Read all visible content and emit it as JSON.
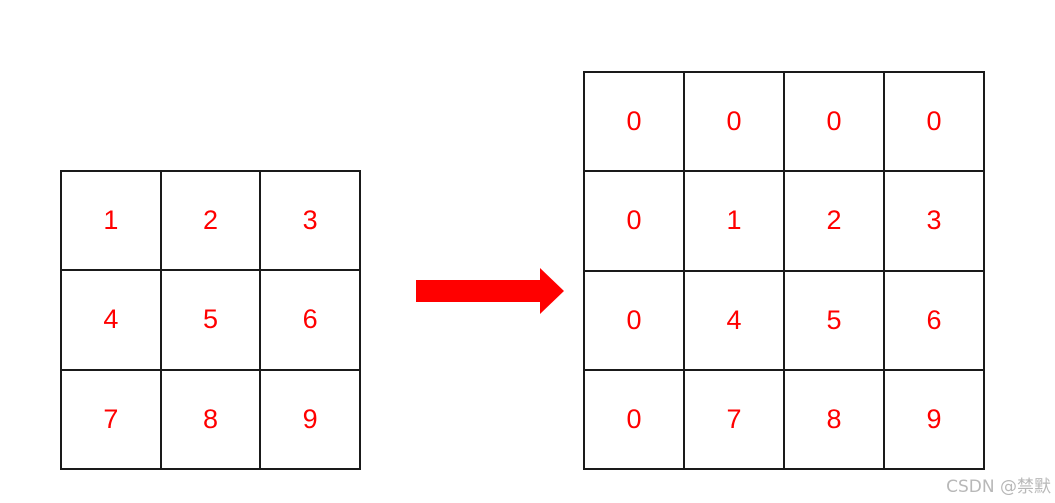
{
  "input_matrix": {
    "rows": [
      [
        "1",
        "2",
        "3"
      ],
      [
        "4",
        "5",
        "6"
      ],
      [
        "7",
        "8",
        "9"
      ]
    ]
  },
  "output_matrix": {
    "rows": [
      [
        "0",
        "0",
        "0",
        "0"
      ],
      [
        "0",
        "1",
        "2",
        "3"
      ],
      [
        "0",
        "4",
        "5",
        "6"
      ],
      [
        "0",
        "7",
        "8",
        "9"
      ]
    ]
  },
  "arrow_color": "#ff0000",
  "number_color": "#ff0000",
  "watermark": "CSDN @禁默"
}
